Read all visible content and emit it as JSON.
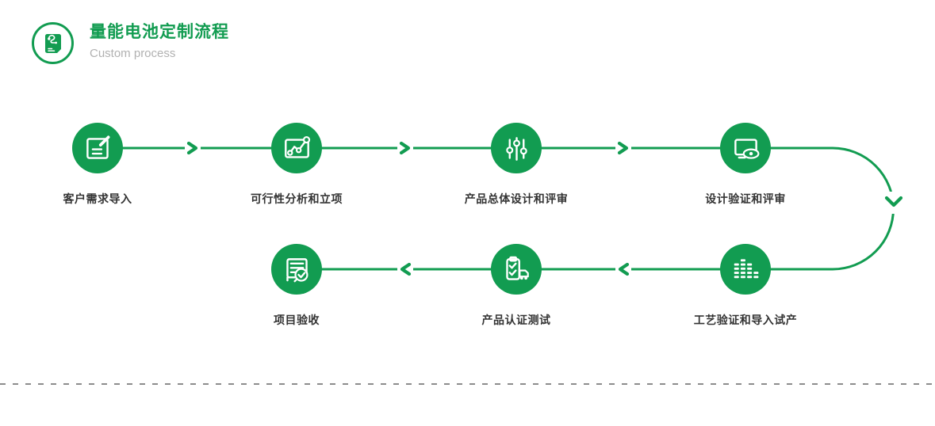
{
  "header": {
    "title": "量能电池定制流程",
    "subtitle": "Custom process",
    "icon": "flow-document-icon"
  },
  "steps": [
    {
      "label": "客户需求导入",
      "icon": "edit-document-icon"
    },
    {
      "label": "可行性分析和立项",
      "icon": "line-chart-icon"
    },
    {
      "label": "产品总体设计和评审",
      "icon": "sliders-icon"
    },
    {
      "label": "设计验证和评审",
      "icon": "monitor-eye-icon"
    },
    {
      "label": "工艺验证和导入试产",
      "icon": "equalizer-bars-icon"
    },
    {
      "label": "产品认证测试",
      "icon": "clipboard-truck-icon"
    },
    {
      "label": "项目验收",
      "icon": "document-check-icon"
    }
  ],
  "flow": {
    "direction_row1": "left-to-right",
    "direction_row2": "right-to-left",
    "arrow_glyph": "chevron"
  },
  "colors": {
    "accent_green": "#129c51",
    "label_text": "#333333",
    "subtitle_text": "#b1b1b1",
    "dash_line": "#8c8c8c",
    "background": "#ffffff"
  }
}
